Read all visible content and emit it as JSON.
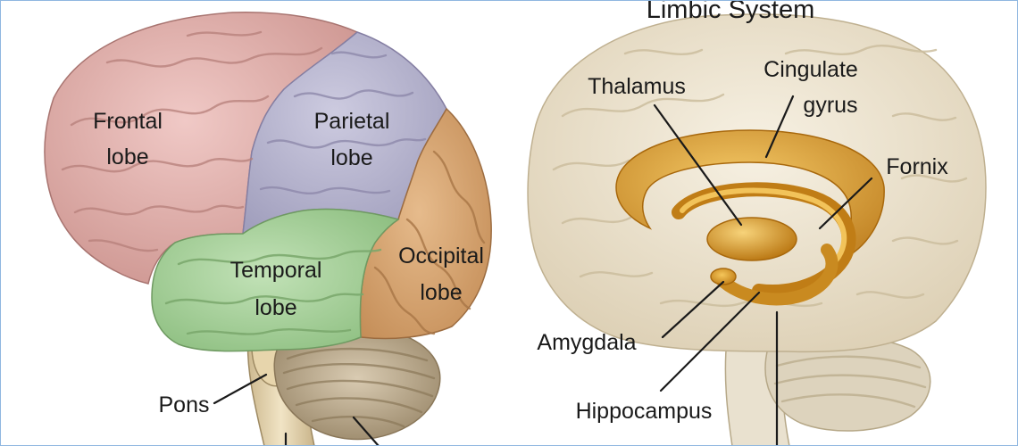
{
  "left_figure": {
    "labels": {
      "frontal": [
        "Frontal",
        "lobe"
      ],
      "parietal": [
        "Parietal",
        "lobe"
      ],
      "temporal": [
        "Temporal",
        "lobe"
      ],
      "occipital": [
        "Occipital",
        "lobe"
      ],
      "pons": "Pons"
    }
  },
  "right_figure": {
    "title": "Limbic System",
    "labels": {
      "thalamus": "Thalamus",
      "cingulate": [
        "Cingulate",
        "gyrus"
      ],
      "fornix": "Fornix",
      "amygdala": "Amygdala",
      "hippocampus": "Hippocampus"
    }
  },
  "colors": {
    "frontal": "#e3b3b0",
    "parietal": "#b7b5cf",
    "temporal": "#a9d29d",
    "occipital": "#d8a673",
    "cerebellum": "#c9b9a0",
    "brainstem": "#e9d9b4",
    "limbic_brain": "#efe6d2",
    "limbic_structures": "#d99a2b",
    "frame": "#8fb7e0"
  }
}
